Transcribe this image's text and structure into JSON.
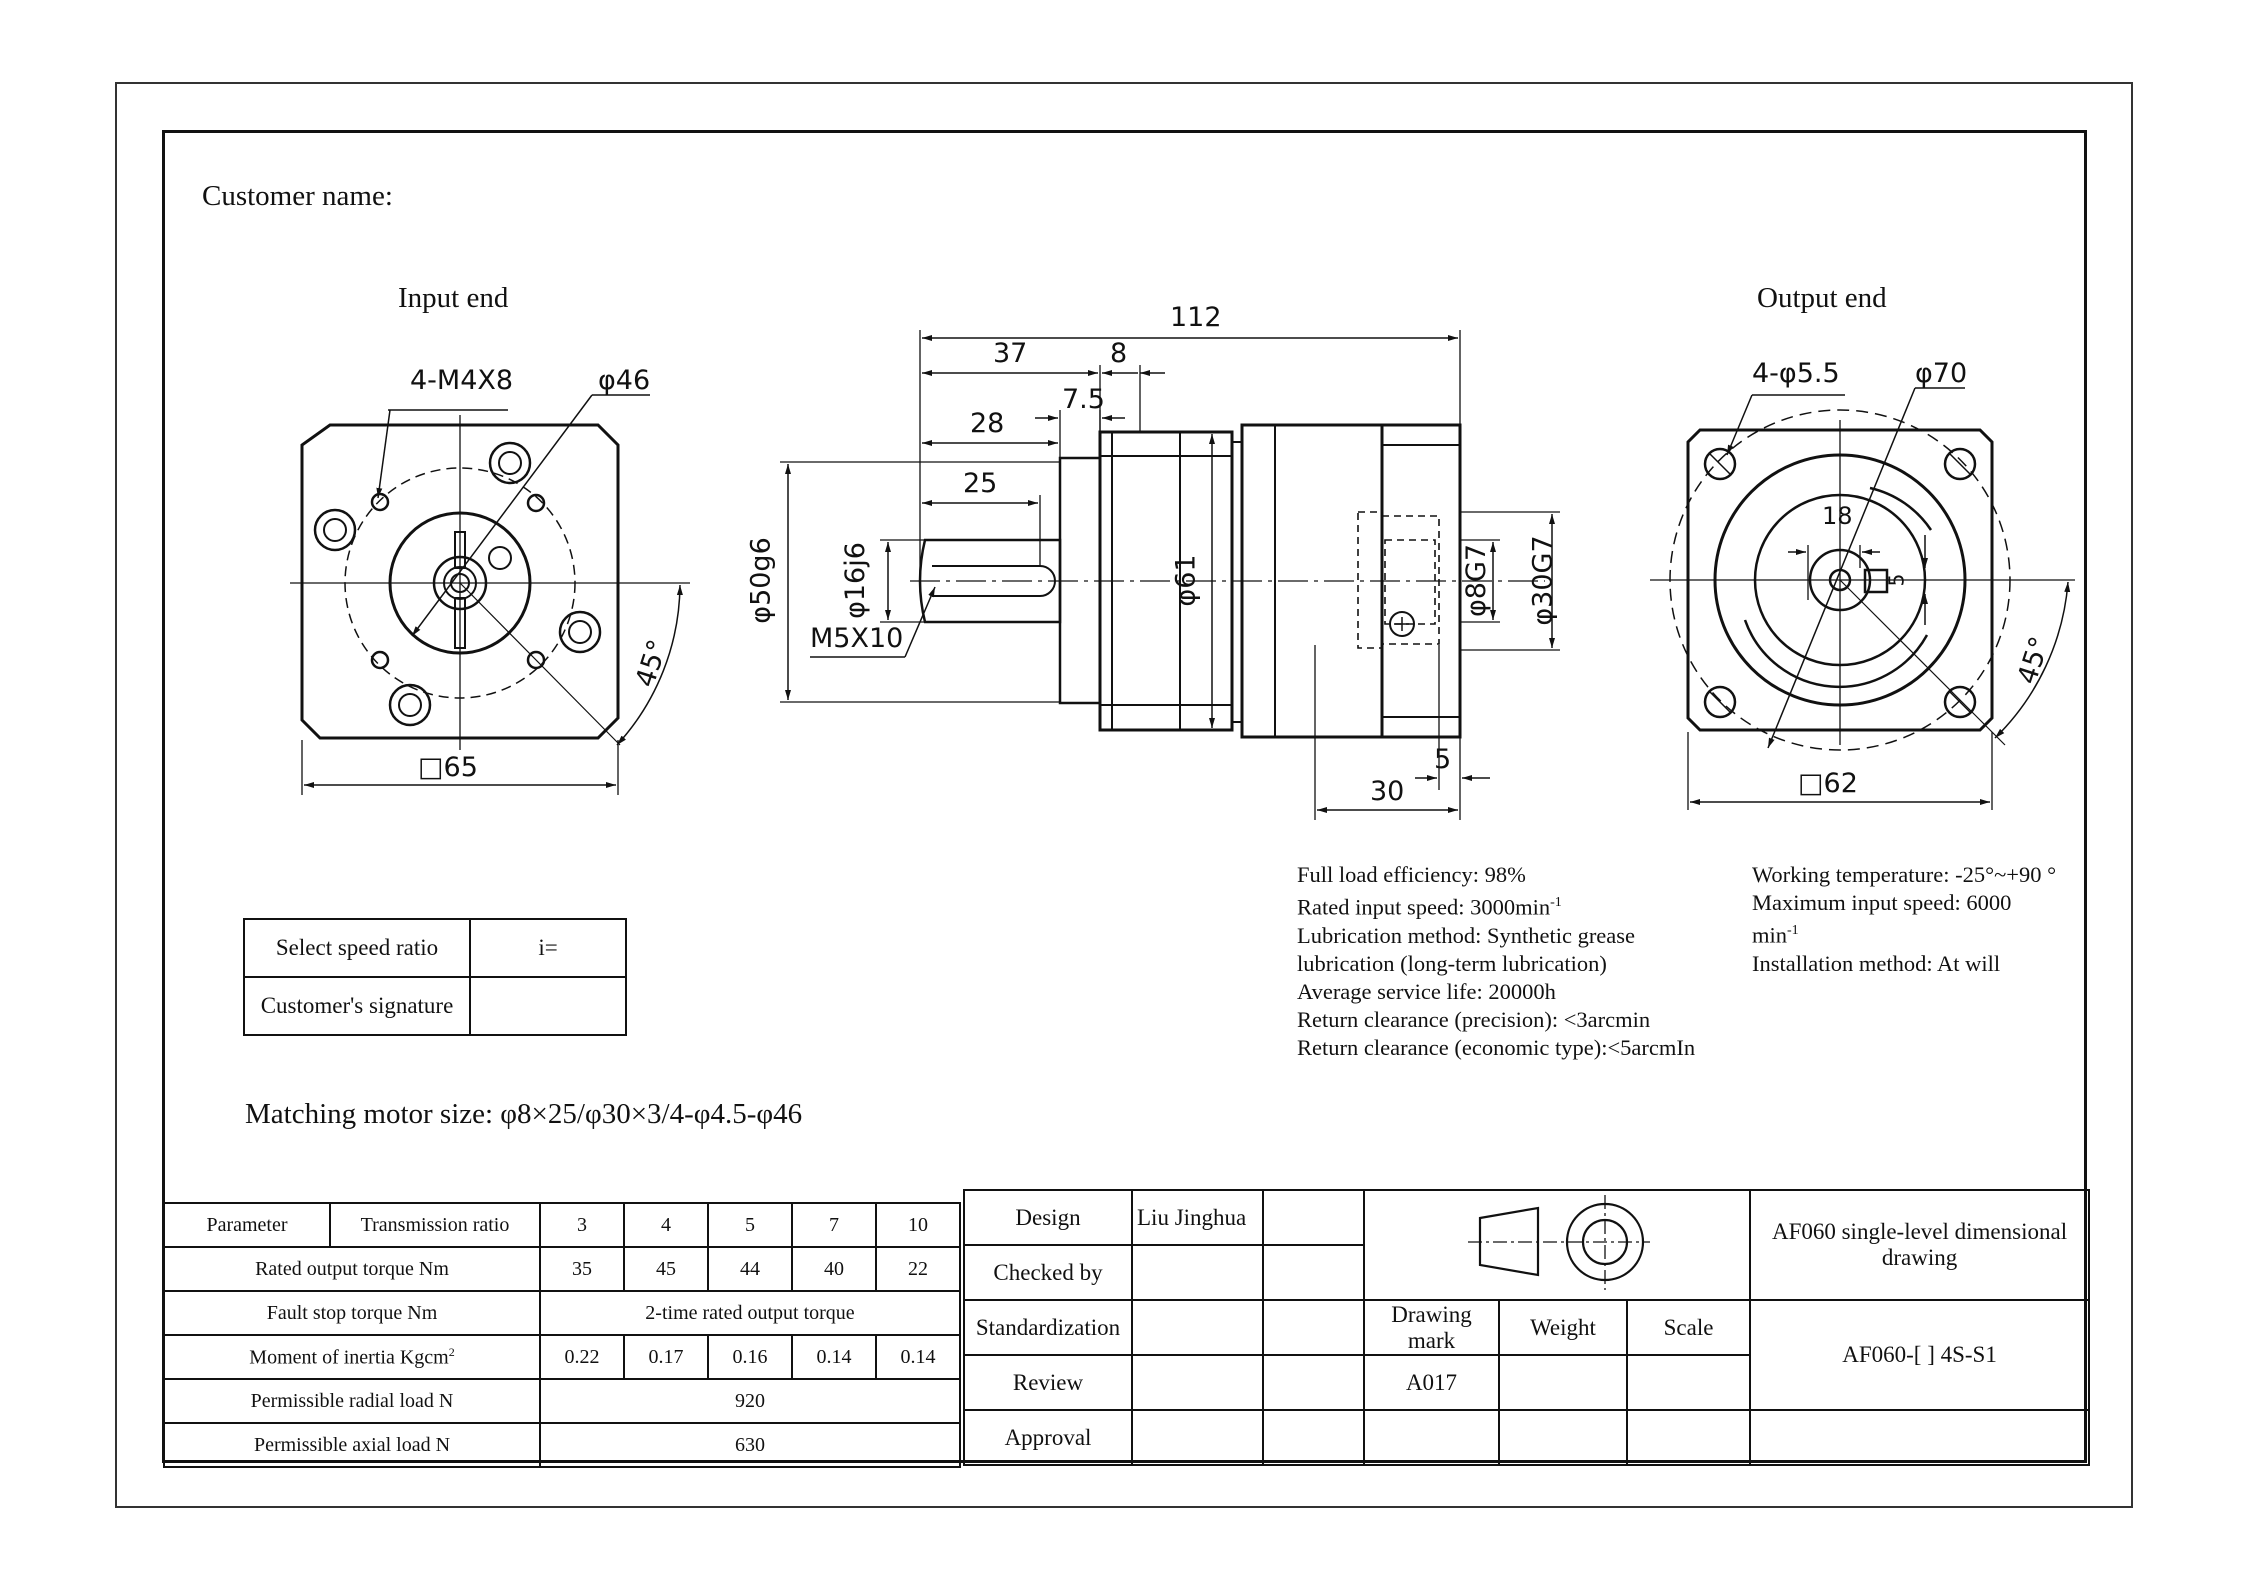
{
  "header": {
    "customer_label": "Customer name:",
    "input_end": "Input end",
    "output_end": "Output end"
  },
  "dims_input": {
    "tap": "4-M4X8",
    "dia": "φ46",
    "angle": "45°",
    "square": "□65"
  },
  "dims_side": {
    "d112": "112",
    "d37": "37",
    "d8": "8",
    "d7_5": "7.5",
    "d28": "28",
    "d25": "25",
    "d50": "φ50g6",
    "d16": "φ16j6",
    "m5": "M5X10",
    "d61": "φ61",
    "d8g7": "φ8G7",
    "d30g7": "φ30G7",
    "d5": "5",
    "d30": "30"
  },
  "dims_output": {
    "holes": "4-φ5.5",
    "dia": "φ70",
    "d18": "18",
    "d5": "5",
    "angle": "45°",
    "square": "□62"
  },
  "specs_left": {
    "eff": "Full load efficiency: 98%",
    "speed": "Rated input speed: 3000min",
    "speed_sup": "-1",
    "lube1": "Lubrication method: Synthetic grease",
    "lube2": "lubrication (long-term lubrication)",
    "life": "Average service life: 20000h",
    "clr1": "Return clearance (precision): <3arcmin",
    "clr2": "Return clearance (economic type):<5arcmIn"
  },
  "specs_right": {
    "temp": "Working temperature: -25°~+90 °",
    "maxspeed": "Maximum input speed: 6000",
    "maxspeed_unit": "min",
    "maxspeed_sup": "-1",
    "install": "Installation method: At will"
  },
  "ratio_table": {
    "select": "Select speed ratio",
    "i": "i=",
    "signature": "Customer's signature"
  },
  "motor": "Matching motor size: φ8×25/φ30×3/4-φ4.5-φ46",
  "param_table": {
    "col_param": "Parameter",
    "col_ratio": "Transmission ratio",
    "ratios": [
      "3",
      "4",
      "5",
      "7",
      "10"
    ],
    "rated_label": "Rated output torque Nm",
    "rated": [
      "35",
      "45",
      "44",
      "40",
      "22"
    ],
    "fault_label": "Fault stop torque Nm",
    "fault": "2-time rated output torque",
    "inertia_label": "Moment of inertia Kgcm",
    "inertia_sup": "2",
    "inertia": [
      "0.22",
      "0.17",
      "0.16",
      "0.14",
      "0.14"
    ],
    "radial_label": "Permissible radial load N",
    "radial": "920",
    "axial_label": "Permissible axial load N",
    "axial": "630"
  },
  "title_block": {
    "design": "Design",
    "designer": "Liu Jinghua",
    "checked": "Checked by",
    "standard": "Standardization",
    "review": "Review",
    "approval": "Approval",
    "drawing_mark": "Drawing mark",
    "weight": "Weight",
    "scale": "Scale",
    "mark_value": "A017",
    "title": "AF060 single-level dimensional drawing",
    "part_no": "AF060-[ ] 4S-S1"
  }
}
